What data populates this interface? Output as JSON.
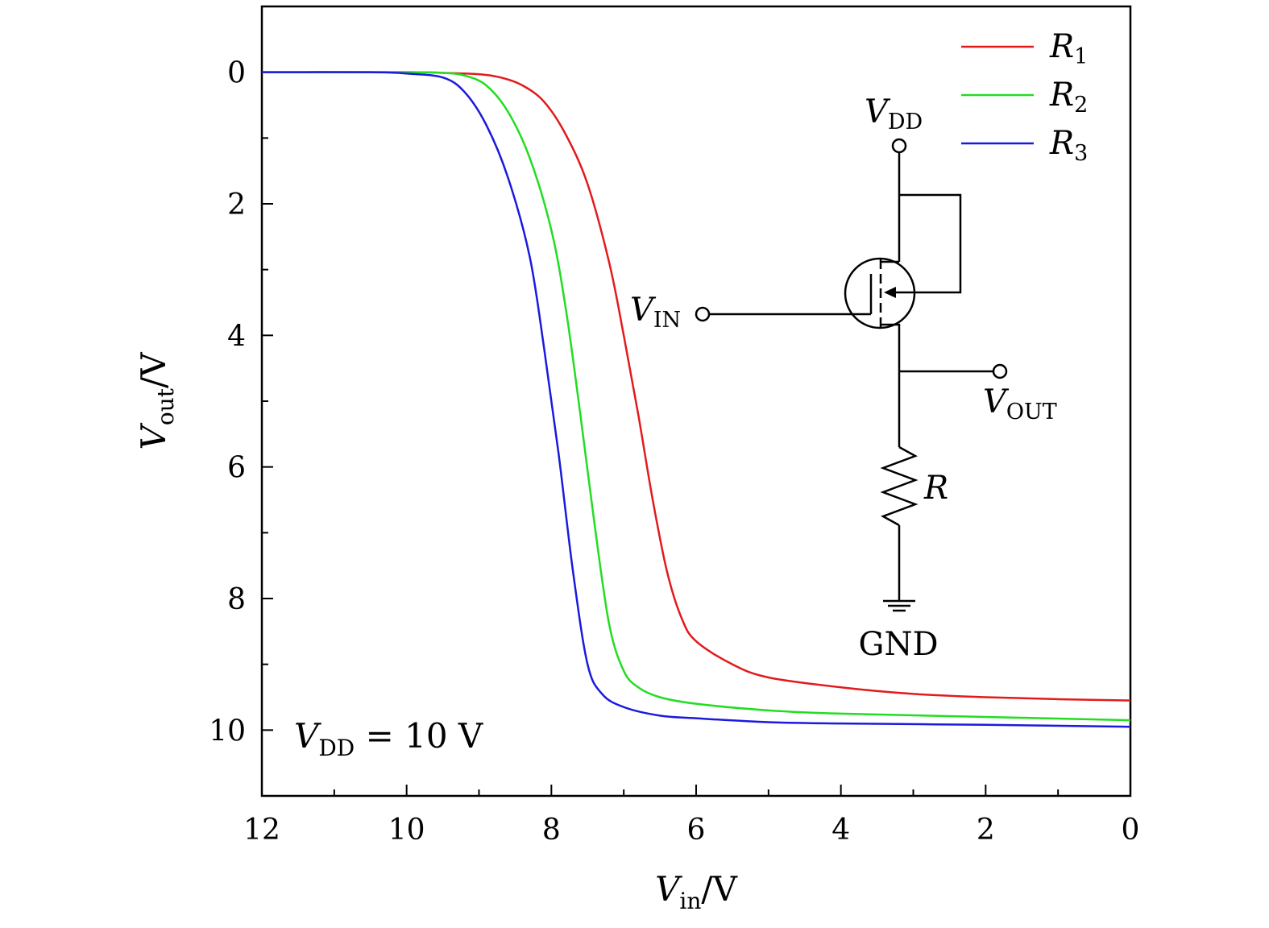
{
  "chart_data": {
    "type": "line",
    "xlabel": {
      "main": "V",
      "sub": "in",
      "unit": "/V"
    },
    "ylabel": {
      "main": "V",
      "sub": "out",
      "unit": "/V"
    },
    "xlim": [
      12,
      0
    ],
    "ylim": [
      11,
      -1
    ],
    "x_reversed": true,
    "y_reversed": true,
    "x_ticks": [
      12,
      10,
      8,
      6,
      4,
      2,
      0
    ],
    "x_tick_labels": [
      "12",
      "10",
      "8",
      "6",
      "4",
      "2",
      "0"
    ],
    "y_ticks": [
      0,
      2,
      4,
      6,
      8,
      10
    ],
    "y_tick_labels": [
      "0",
      "2",
      "4",
      "6",
      "8",
      "10"
    ],
    "grid": false,
    "legend": "top-right",
    "annotation": {
      "main": "V",
      "sub": "DD",
      "rest": " = 10 V"
    },
    "series": [
      {
        "name": "R",
        "sub": "1",
        "color": "#e31a1c",
        "points": [
          [
            12,
            0
          ],
          [
            10,
            0
          ],
          [
            9.5,
            0.01
          ],
          [
            9,
            0.03
          ],
          [
            8.7,
            0.08
          ],
          [
            8.4,
            0.2
          ],
          [
            8.1,
            0.45
          ],
          [
            7.8,
            0.95
          ],
          [
            7.5,
            1.7
          ],
          [
            7.2,
            2.9
          ],
          [
            7,
            4.0
          ],
          [
            6.8,
            5.2
          ],
          [
            6.6,
            6.5
          ],
          [
            6.4,
            7.6
          ],
          [
            6.2,
            8.3
          ],
          [
            6,
            8.65
          ],
          [
            5.5,
            9.0
          ],
          [
            5,
            9.2
          ],
          [
            4,
            9.35
          ],
          [
            3,
            9.45
          ],
          [
            2,
            9.5
          ],
          [
            1,
            9.53
          ],
          [
            0,
            9.55
          ]
        ]
      },
      {
        "name": "R",
        "sub": "2",
        "color": "#22dd22",
        "points": [
          [
            12,
            0
          ],
          [
            10,
            0
          ],
          [
            9.5,
            0.01
          ],
          [
            9.2,
            0.05
          ],
          [
            8.9,
            0.2
          ],
          [
            8.6,
            0.6
          ],
          [
            8.3,
            1.3
          ],
          [
            8,
            2.4
          ],
          [
            7.8,
            3.6
          ],
          [
            7.6,
            5.2
          ],
          [
            7.4,
            6.9
          ],
          [
            7.2,
            8.4
          ],
          [
            7,
            9.1
          ],
          [
            6.8,
            9.35
          ],
          [
            6.5,
            9.5
          ],
          [
            6,
            9.6
          ],
          [
            5,
            9.7
          ],
          [
            4,
            9.75
          ],
          [
            2,
            9.8
          ],
          [
            0,
            9.85
          ]
        ]
      },
      {
        "name": "R",
        "sub": "3",
        "color": "#1a1adf",
        "points": [
          [
            12,
            0
          ],
          [
            10.5,
            0
          ],
          [
            10,
            0.02
          ],
          [
            9.5,
            0.08
          ],
          [
            9.2,
            0.3
          ],
          [
            8.9,
            0.8
          ],
          [
            8.6,
            1.6
          ],
          [
            8.3,
            2.8
          ],
          [
            8.1,
            4.2
          ],
          [
            7.9,
            5.8
          ],
          [
            7.7,
            7.6
          ],
          [
            7.5,
            9.0
          ],
          [
            7.3,
            9.45
          ],
          [
            7,
            9.65
          ],
          [
            6.5,
            9.78
          ],
          [
            6,
            9.82
          ],
          [
            5,
            9.88
          ],
          [
            4,
            9.9
          ],
          [
            2,
            9.92
          ],
          [
            0,
            9.95
          ]
        ]
      }
    ]
  },
  "inset": {
    "vdd": {
      "main": "V",
      "sub": "DD"
    },
    "vin": {
      "main": "V",
      "sub": "IN"
    },
    "vout": {
      "main": "V",
      "sub": "OUT"
    },
    "resistor": "R",
    "ground": "GND"
  }
}
